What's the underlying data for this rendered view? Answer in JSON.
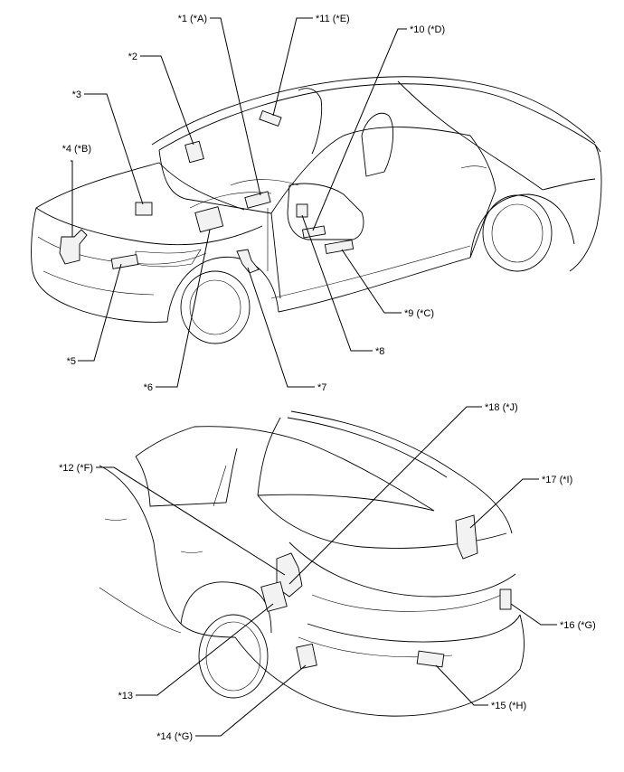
{
  "callouts": {
    "c1": "*1 (*A)",
    "c2": "*2",
    "c3": "*3",
    "c4": "*4 (*B)",
    "c5": "*5",
    "c6": "*6",
    "c7": "*7",
    "c8": "*8",
    "c9": "*9 (*C)",
    "c10": "*10 (*D)",
    "c11": "*11 (*E)",
    "c12": "*12 (*F)",
    "c13": "*13",
    "c14": "*14 (*G)",
    "c15": "*15 (*H)",
    "c16": "*16 (*G)",
    "c17": "*17 (*I)",
    "c18": "*18 (*J)"
  }
}
